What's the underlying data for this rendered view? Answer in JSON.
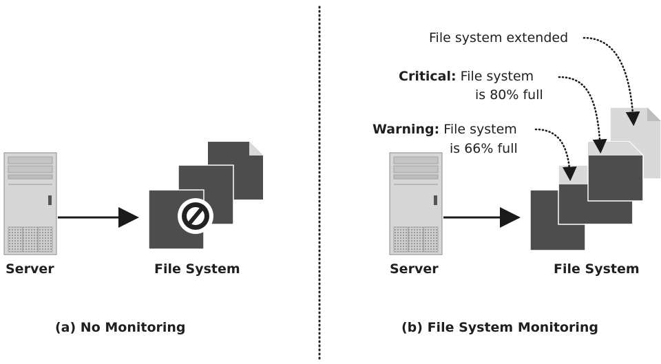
{
  "panel_a": {
    "server_label": "Server",
    "fs_label": "File System",
    "caption": "(a) No Monitoring"
  },
  "panel_b": {
    "server_label": "Server",
    "fs_label": "File System",
    "caption": "(b) File System Monitoring",
    "alerts": {
      "extended": "File system extended",
      "critical_prefix": "Critical:",
      "critical_line1": "File system",
      "critical_line2": "is 80% full",
      "warning_prefix": "Warning:",
      "warning_line1": "File system",
      "warning_line2": "is 66% full"
    }
  },
  "colors": {
    "file_dark": "#4d4d4d",
    "file_light": "#d9d9d9",
    "server_body": "#d6d6d6",
    "arrow": "#1a1a1a"
  },
  "icons": [
    "server-icon",
    "file-icon",
    "no-access-icon",
    "arrow-icon"
  ]
}
